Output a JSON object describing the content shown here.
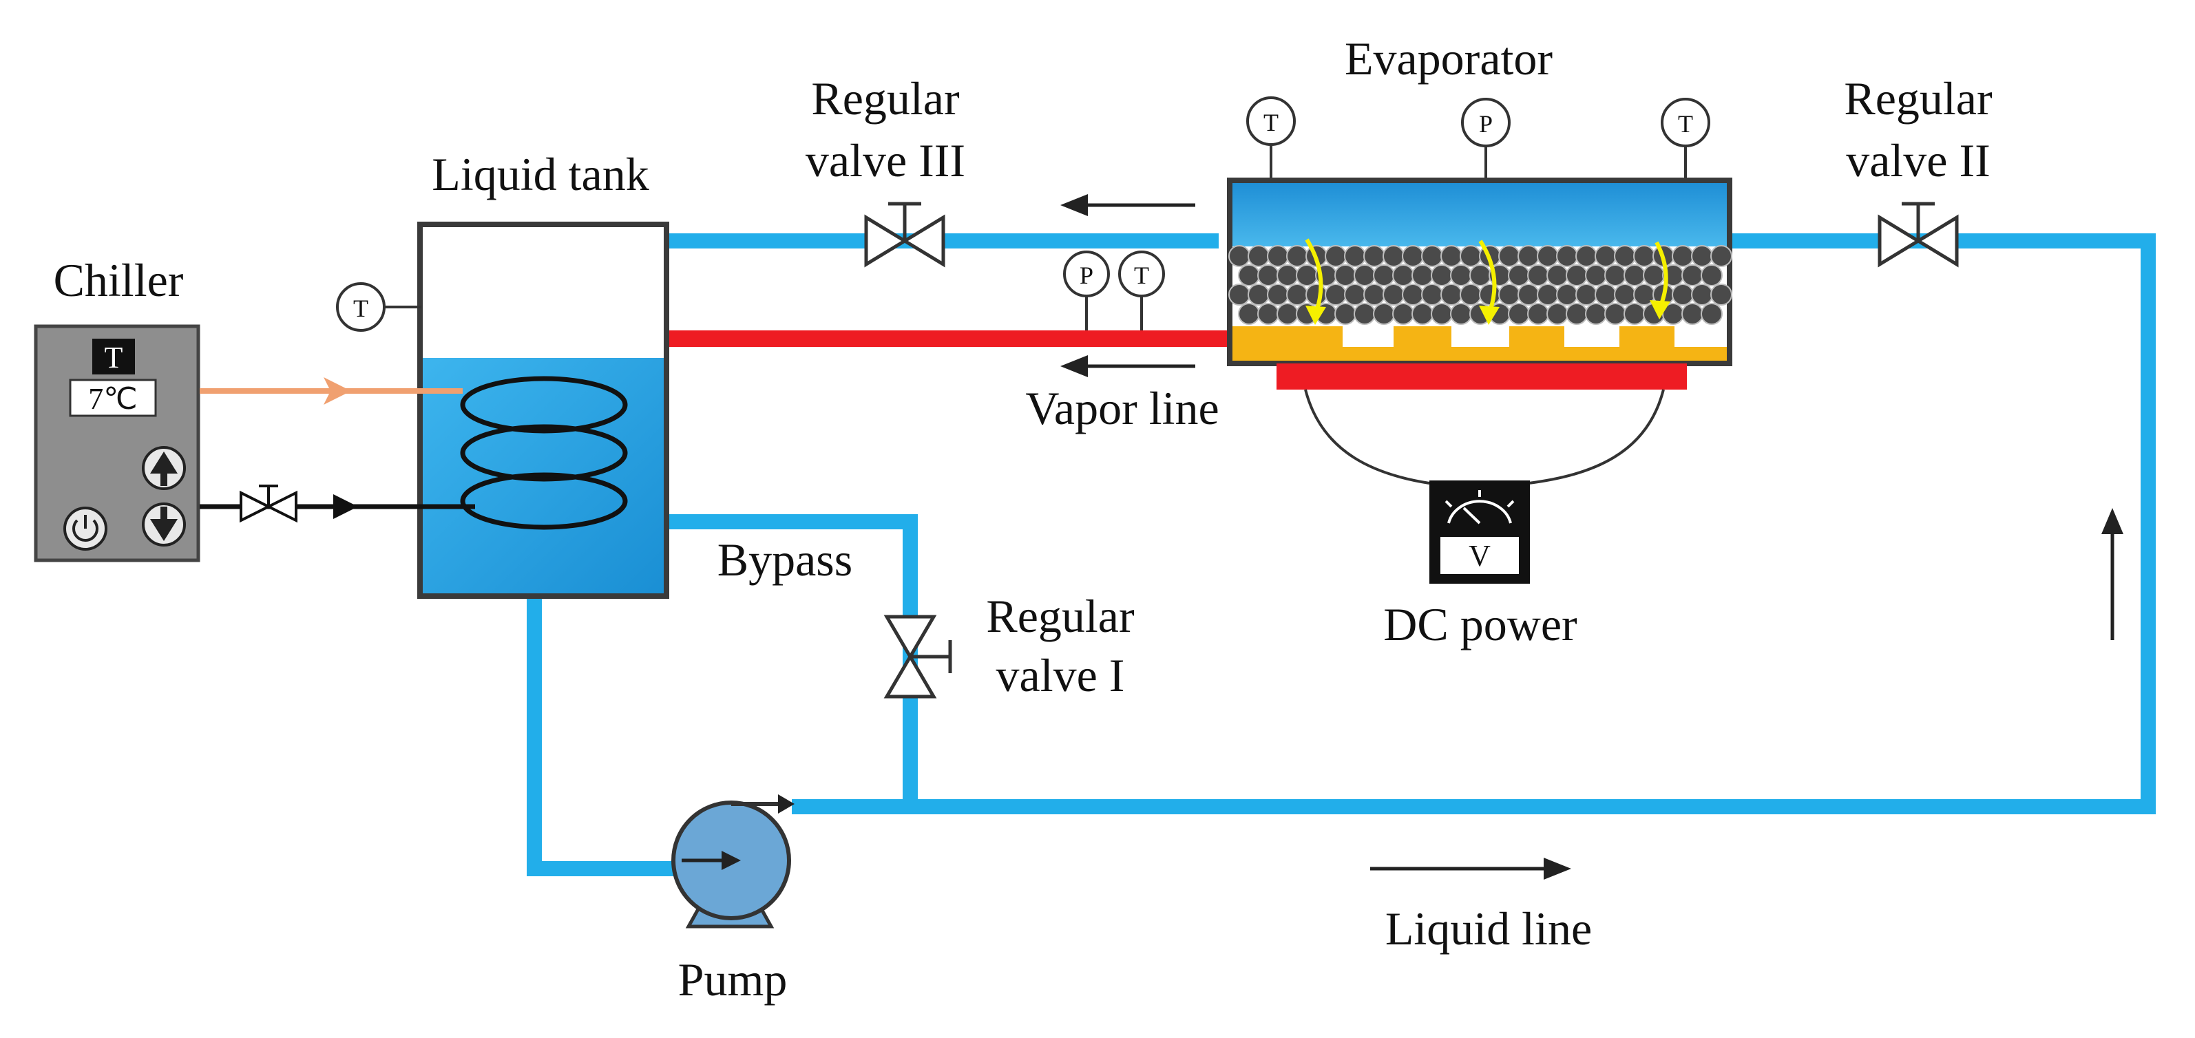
{
  "labels": {
    "chiller": "Chiller",
    "liquid_tank": "Liquid tank",
    "evaporator": "Evaporator",
    "valve3_l1": "Regular",
    "valve3_l2": "valve III",
    "valve2_l1": "Regular",
    "valve2_l2": "valve II",
    "valve1_l1": "Regular",
    "valve1_l2": "valve I",
    "vapor_line": "Vapor line",
    "dc_power": "DC power",
    "bypass": "Bypass",
    "pump": "Pump",
    "liquid_line": "Liquid line"
  },
  "chiller_display": {
    "mode": "T",
    "temperature": "7℃"
  },
  "power_meter": {
    "unit": "V"
  },
  "gauges": {
    "temperature": "T",
    "pressure": "P"
  },
  "colors": {
    "liquid_pipe": "#22AEEA",
    "vapor_pipe": "#EE1C23",
    "chiller_return": "#F0A070",
    "tank_liquid": "#1FA8E6",
    "heater": "#F5B414",
    "heater_base": "#EE1C23",
    "chiller_body": "#8E8E8E",
    "pump": "#6BA7D6"
  }
}
